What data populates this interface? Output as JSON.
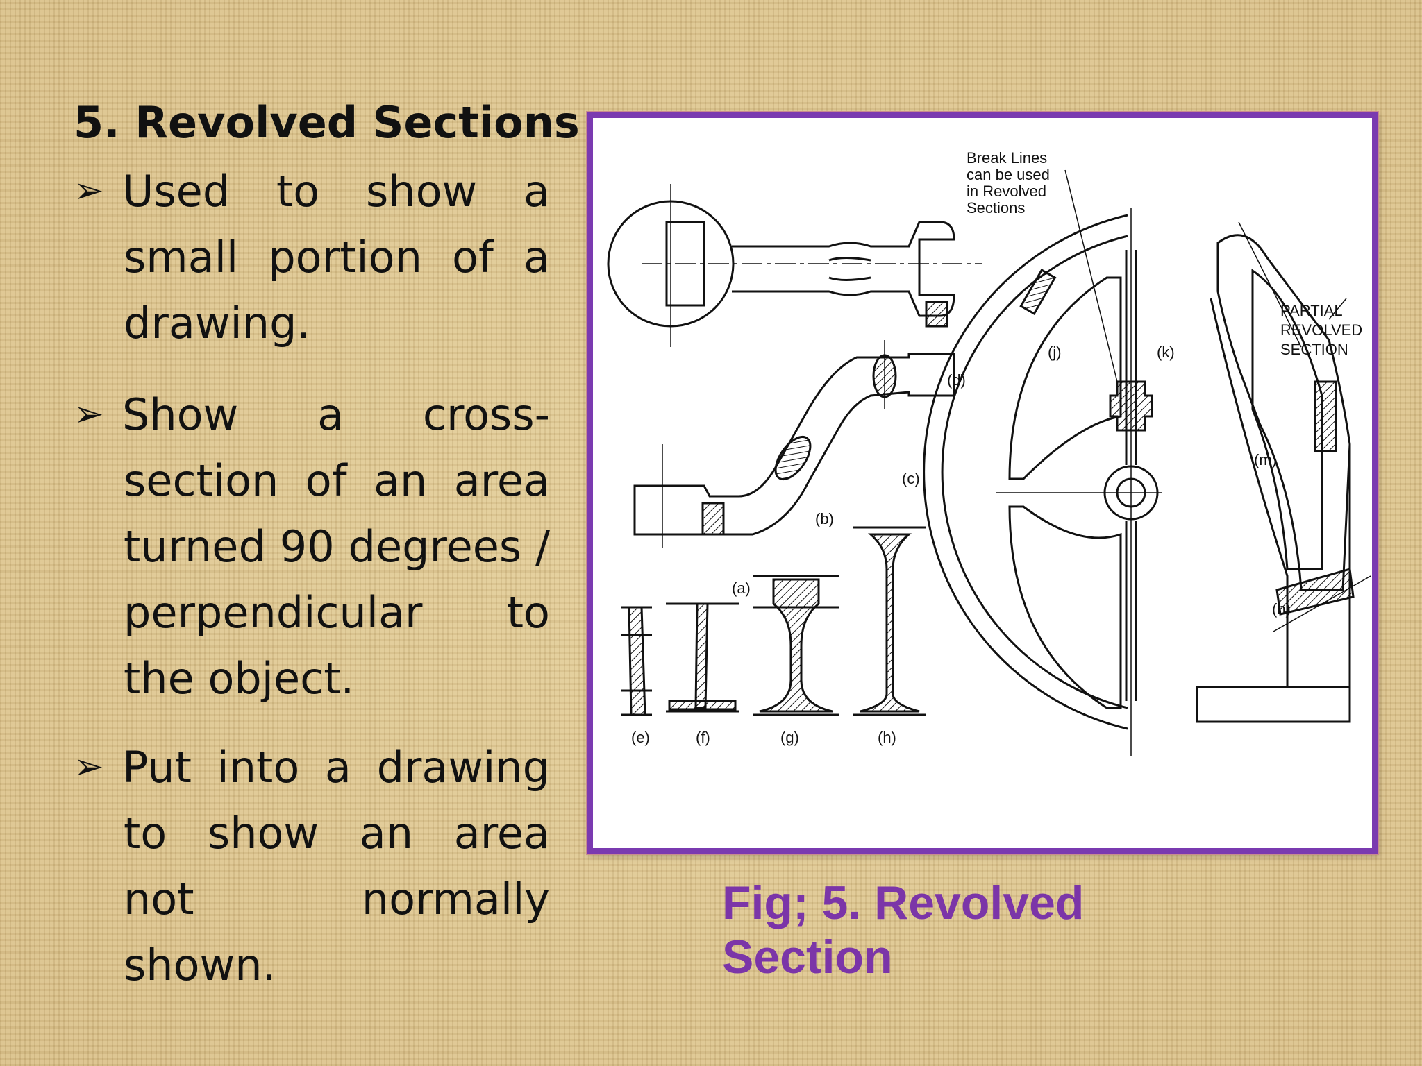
{
  "slide": {
    "title": "5. Revolved Sections",
    "bullets": [
      "Used to show a small portion of a drawing.",
      "Show a cross-section of an area turned 90 degrees / perpendicular to the object.",
      "Put into a drawing to show an area not normally shown."
    ],
    "bullet_icon": "arrow-bullet-icon"
  },
  "figure": {
    "caption": "Fig; 5. Revolved Section",
    "frame_color": "#7a3ab0",
    "caption_color": "#7b35a8",
    "labels": {
      "break_lines": [
        "Break Lines",
        "can be used",
        "in Revolved",
        "Sections"
      ],
      "partial": [
        "PARTIAL",
        "REVOLVED",
        "SECTION"
      ],
      "a": "(a)",
      "b": "(b)",
      "c": "(c)",
      "d": "(d)",
      "e": "(e)",
      "f": "(f)",
      "g": "(g)",
      "h": "(h)",
      "j": "(j)",
      "k": "(k)",
      "m": "(m)",
      "n": "(n)"
    }
  }
}
